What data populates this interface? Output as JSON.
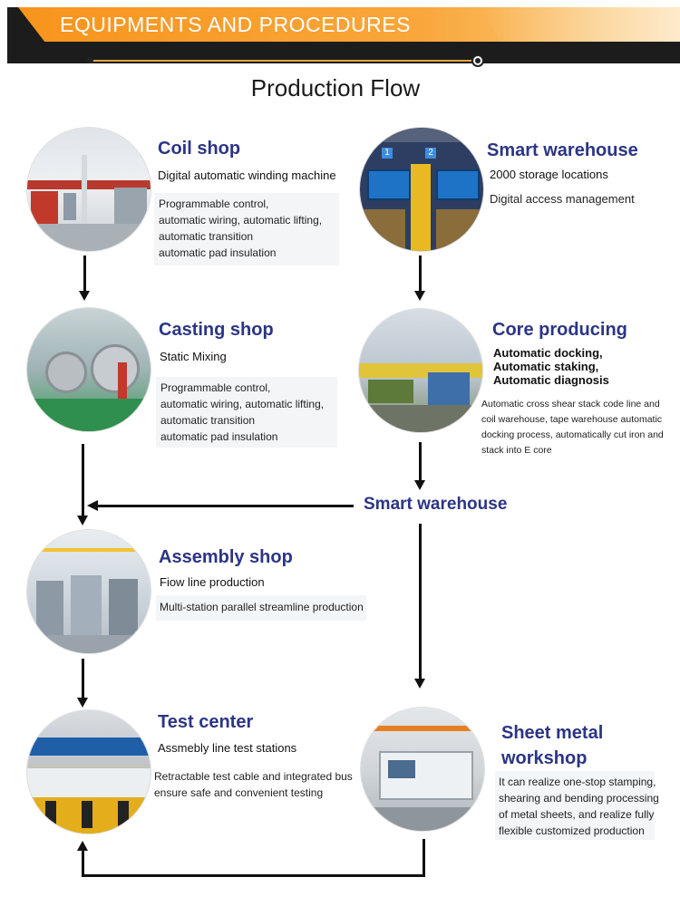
{
  "banner": {
    "title": "EQUIPMENTS AND PROCEDURES",
    "accent_color": "#f7941d"
  },
  "page_title": "Production Flow",
  "sections": {
    "coil_shop": {
      "title": "Coil shop",
      "subtitle": "Digital automatic winding machine",
      "lines": [
        "Programmable control,",
        "automatic wiring, automatic lifting,",
        "automatic transition",
        "automatic pad insulation"
      ]
    },
    "smart_warehouse_top": {
      "title": "Smart warehouse",
      "subtitle": "2000 storage locations",
      "detail": "Digital access management",
      "screen_labels": [
        "1",
        "2"
      ]
    },
    "casting_shop": {
      "title": "Casting shop",
      "subtitle": "Static Mixing",
      "lines": [
        "Programmable control,",
        "automatic wiring, automatic lifting,",
        "automatic transition",
        "automatic pad insulation"
      ]
    },
    "core_producing": {
      "title": "Core producing",
      "subtitle_lines": [
        "Automatic docking,",
        "Automatic staking,",
        "Automatic diagnosis"
      ],
      "lines": [
        "Automatic cross shear stack code line and",
        "coil warehouse, tape warehouse automatic",
        "docking process, automatically cut iron and",
        "stack into E core"
      ]
    },
    "smart_warehouse_mid": {
      "title": "Smart warehouse"
    },
    "assembly_shop": {
      "title": "Assembly shop",
      "subtitle": "Fiow line production",
      "detail": "Multi-station parallel streamline production"
    },
    "test_center": {
      "title": "Test center",
      "subtitle": "Assmebly line test stations",
      "lines": [
        "Retractable test cable and integrated bus",
        "ensure safe and convenient testing"
      ]
    },
    "sheet_metal": {
      "title_lines": [
        "Sheet metal",
        "workshop"
      ],
      "lines": [
        "It can realize one-stop stamping,",
        "shearing and bending processing",
        "of metal sheets, and realize fully",
        "flexible customized production"
      ]
    }
  },
  "colors": {
    "heading": "#2c3584",
    "arrow": "#111111"
  }
}
